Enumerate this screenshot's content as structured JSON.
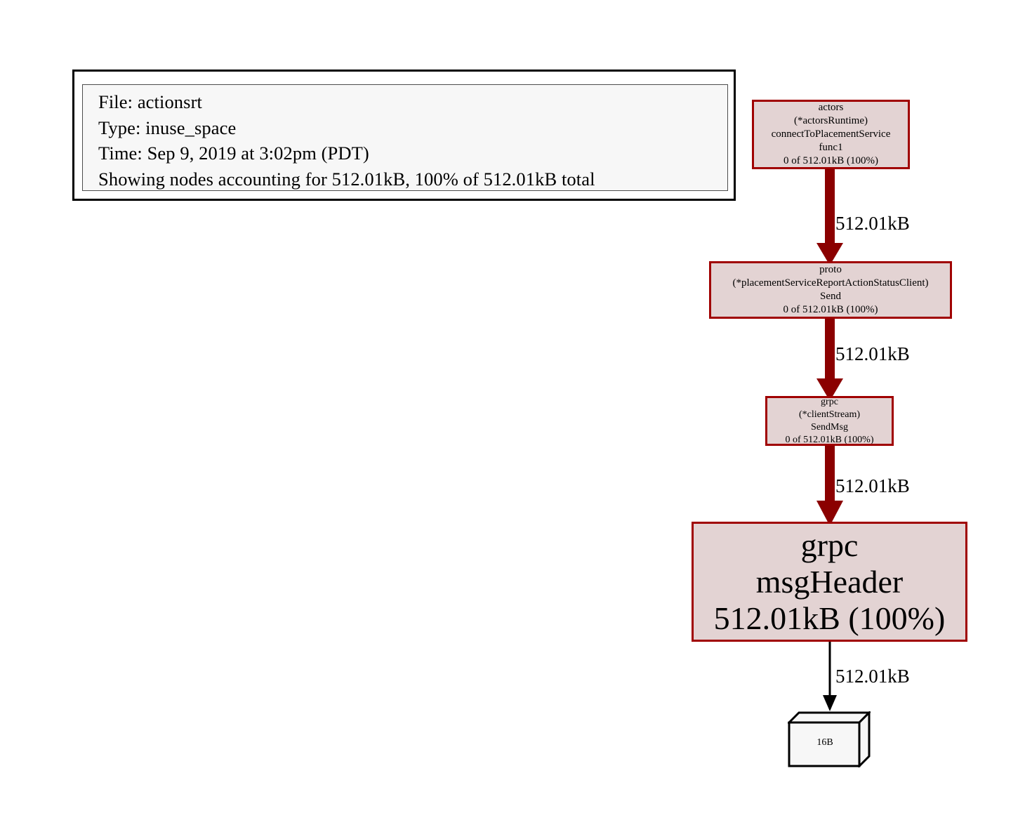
{
  "legend": {
    "lines": [
      "File: actionsrt",
      "Type: inuse_space",
      "Time: Sep 9, 2019 at 3:02pm (PDT)",
      "Showing nodes accounting for 512.01kB, 100% of 512.01kB total"
    ]
  },
  "graph": {
    "nodes": [
      {
        "id": "actors",
        "lines": [
          "actors",
          "(*actorsRuntime)",
          "connectToPlacementService",
          "func1",
          "0 of 512.01kB (100%)"
        ]
      },
      {
        "id": "proto",
        "lines": [
          "proto",
          "(*placementServiceReportActionStatusClient)",
          "Send",
          "0 of 512.01kB (100%)"
        ]
      },
      {
        "id": "clientstream",
        "lines": [
          "grpc",
          "(*clientStream)",
          "SendMsg",
          "0 of 512.01kB (100%)"
        ]
      },
      {
        "id": "msgheader",
        "lines": [
          "grpc",
          "msgHeader",
          "512.01kB (100%)"
        ]
      },
      {
        "id": "box3d",
        "label": "16B"
      }
    ],
    "edges": [
      {
        "from": "actors",
        "to": "proto",
        "label": "512.01kB",
        "weight": "thick"
      },
      {
        "from": "proto",
        "to": "clientstream",
        "label": "512.01kB",
        "weight": "thick"
      },
      {
        "from": "clientstream",
        "to": "msgheader",
        "label": "512.01kB",
        "weight": "thick"
      },
      {
        "from": "msgheader",
        "to": "box3d",
        "label": "512.01kB",
        "weight": "thin"
      }
    ]
  },
  "colors": {
    "node_fill": "#e3d3d3",
    "node_border": "#a00000",
    "edge_hot": "#8b0000",
    "edge_thin": "#000000",
    "legend_fill": "#f7f7f7",
    "background": "#ffffff"
  }
}
